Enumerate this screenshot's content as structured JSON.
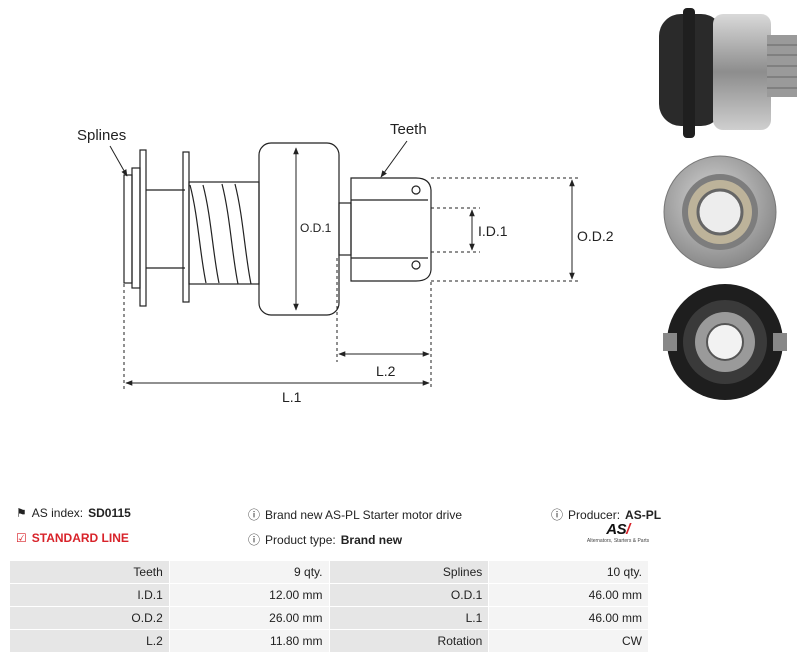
{
  "diagram": {
    "labels": {
      "splines": "Splines",
      "teeth": "Teeth",
      "od1": "O.D.1",
      "id1": "I.D.1",
      "od2": "O.D.2",
      "l2": "L.2",
      "l1": "L.1"
    }
  },
  "info": {
    "as_index_label": "AS index:",
    "as_index_value": "SD0115",
    "description": "Brand new AS-PL Starter motor drive",
    "producer_label": "Producer:",
    "producer_value": "AS-PL",
    "standard_line": "STANDARD LINE",
    "product_type_label": "Product type:",
    "product_type_value": "Brand new"
  },
  "logo": {
    "mark": "AS",
    "tagline": "Alternators, Starters & Parts"
  },
  "specs": [
    {
      "l1": "Teeth",
      "v1": "9 qty.",
      "l2": "Splines",
      "v2": "10 qty."
    },
    {
      "l1": "I.D.1",
      "v1": "12.00 mm",
      "l2": "O.D.1",
      "v2": "46.00 mm"
    },
    {
      "l1": "O.D.2",
      "v1": "26.00 mm",
      "l2": "L.1",
      "v2": "46.00 mm"
    },
    {
      "l1": "L.2",
      "v1": "11.80 mm",
      "l2": "Rotation",
      "v2": "CW"
    }
  ],
  "colors": {
    "accent": "#d8232a",
    "label_bg": "#e6e6e6",
    "value_bg": "#f4f4f4"
  }
}
